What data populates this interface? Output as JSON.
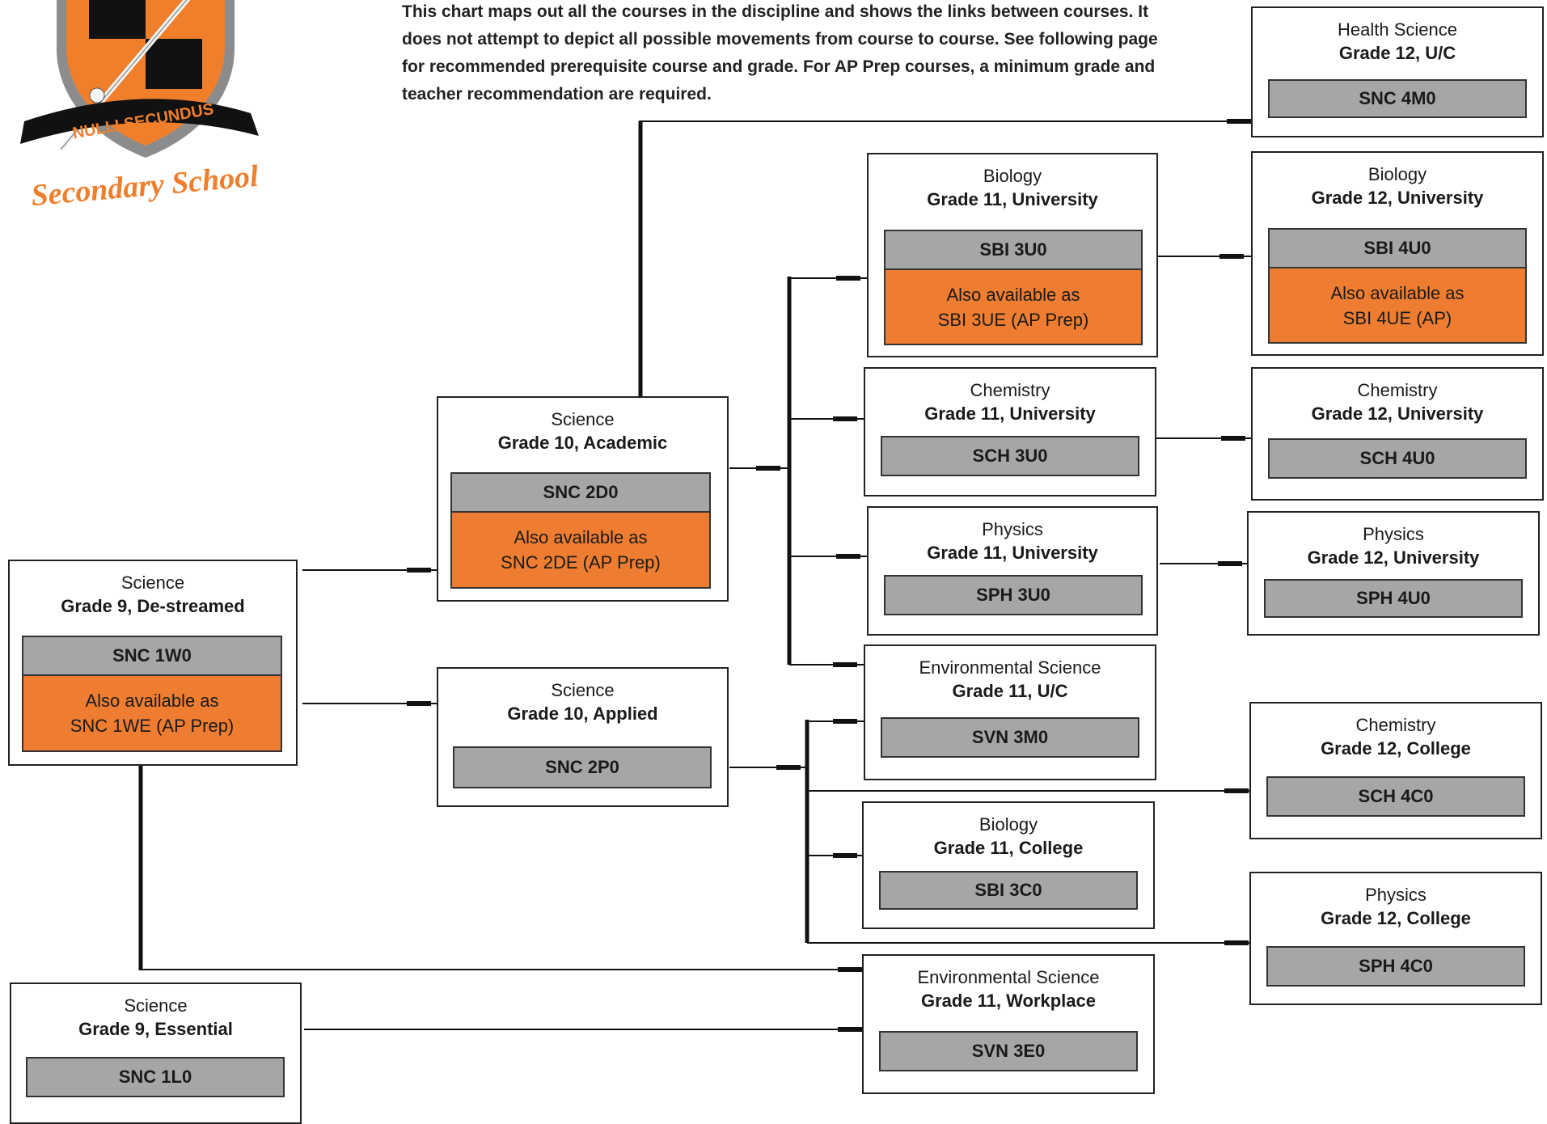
{
  "intro_text": "This chart maps out all the courses in the discipline and shows the links between courses.  It does not attempt to depict all possible movements from course to course. See following page for recommended prerequisite course and grade.  For AP Prep courses, a minimum grade and teacher recommendation are required.",
  "logo": {
    "motto": "NULLI SECUNDUS",
    "school": "Secondary School"
  },
  "courses": {
    "g9_destreamed": {
      "subject": "Science",
      "grade": "Grade 9, De-streamed",
      "code": "SNC 1W0",
      "ap_line1": "Also available as",
      "ap_line2": "SNC 1WE (AP Prep)"
    },
    "g9_essential": {
      "subject": "Science",
      "grade": "Grade 9, Essential",
      "code": "SNC 1L0"
    },
    "g10_academic": {
      "subject": "Science",
      "grade": "Grade 10, Academic",
      "code": "SNC 2D0",
      "ap_line1": "Also available as",
      "ap_line2": "SNC 2DE (AP Prep)"
    },
    "g10_applied": {
      "subject": "Science",
      "grade": "Grade 10, Applied",
      "code": "SNC 2P0"
    },
    "g11_bio_u": {
      "subject": "Biology",
      "grade": "Grade 11, University",
      "code": "SBI 3U0",
      "ap_line1": "Also available as",
      "ap_line2": "SBI 3UE (AP Prep)"
    },
    "g11_chem_u": {
      "subject": "Chemistry",
      "grade": "Grade 11, University",
      "code": "SCH 3U0"
    },
    "g11_phys_u": {
      "subject": "Physics",
      "grade": "Grade 11, University",
      "code": "SPH 3U0"
    },
    "g11_env_uc": {
      "subject": "Environmental Science",
      "grade": "Grade 11, U/C",
      "code": "SVN 3M0"
    },
    "g11_bio_c": {
      "subject": "Biology",
      "grade": "Grade 11, College",
      "code": "SBI 3C0"
    },
    "g11_env_w": {
      "subject": "Environmental Science",
      "grade": "Grade 11, Workplace",
      "code": "SVN 3E0"
    },
    "g12_health": {
      "subject": "Health Science",
      "grade": "Grade 12, U/C",
      "code": "SNC 4M0"
    },
    "g12_bio_u": {
      "subject": "Biology",
      "grade": "Grade 12, University",
      "code": "SBI 4U0",
      "ap_line1": "Also available as",
      "ap_line2": "SBI 4UE (AP)"
    },
    "g12_chem_u": {
      "subject": "Chemistry",
      "grade": "Grade 12, University",
      "code": "SCH 4U0"
    },
    "g12_phys_u": {
      "subject": "Physics",
      "grade": "Grade 12, University",
      "code": "SPH 4U0"
    },
    "g12_chem_c": {
      "subject": "Chemistry",
      "grade": "Grade 12, College",
      "code": "SCH 4C0"
    },
    "g12_phys_c": {
      "subject": "Physics",
      "grade": "Grade 12, College",
      "code": "SPH 4C0"
    }
  },
  "colors": {
    "code_fill": "#a6a6a6",
    "ap_fill": "#ee7d31",
    "crest_orange": "#f07f2c",
    "crest_gray": "#8c8c8c"
  }
}
